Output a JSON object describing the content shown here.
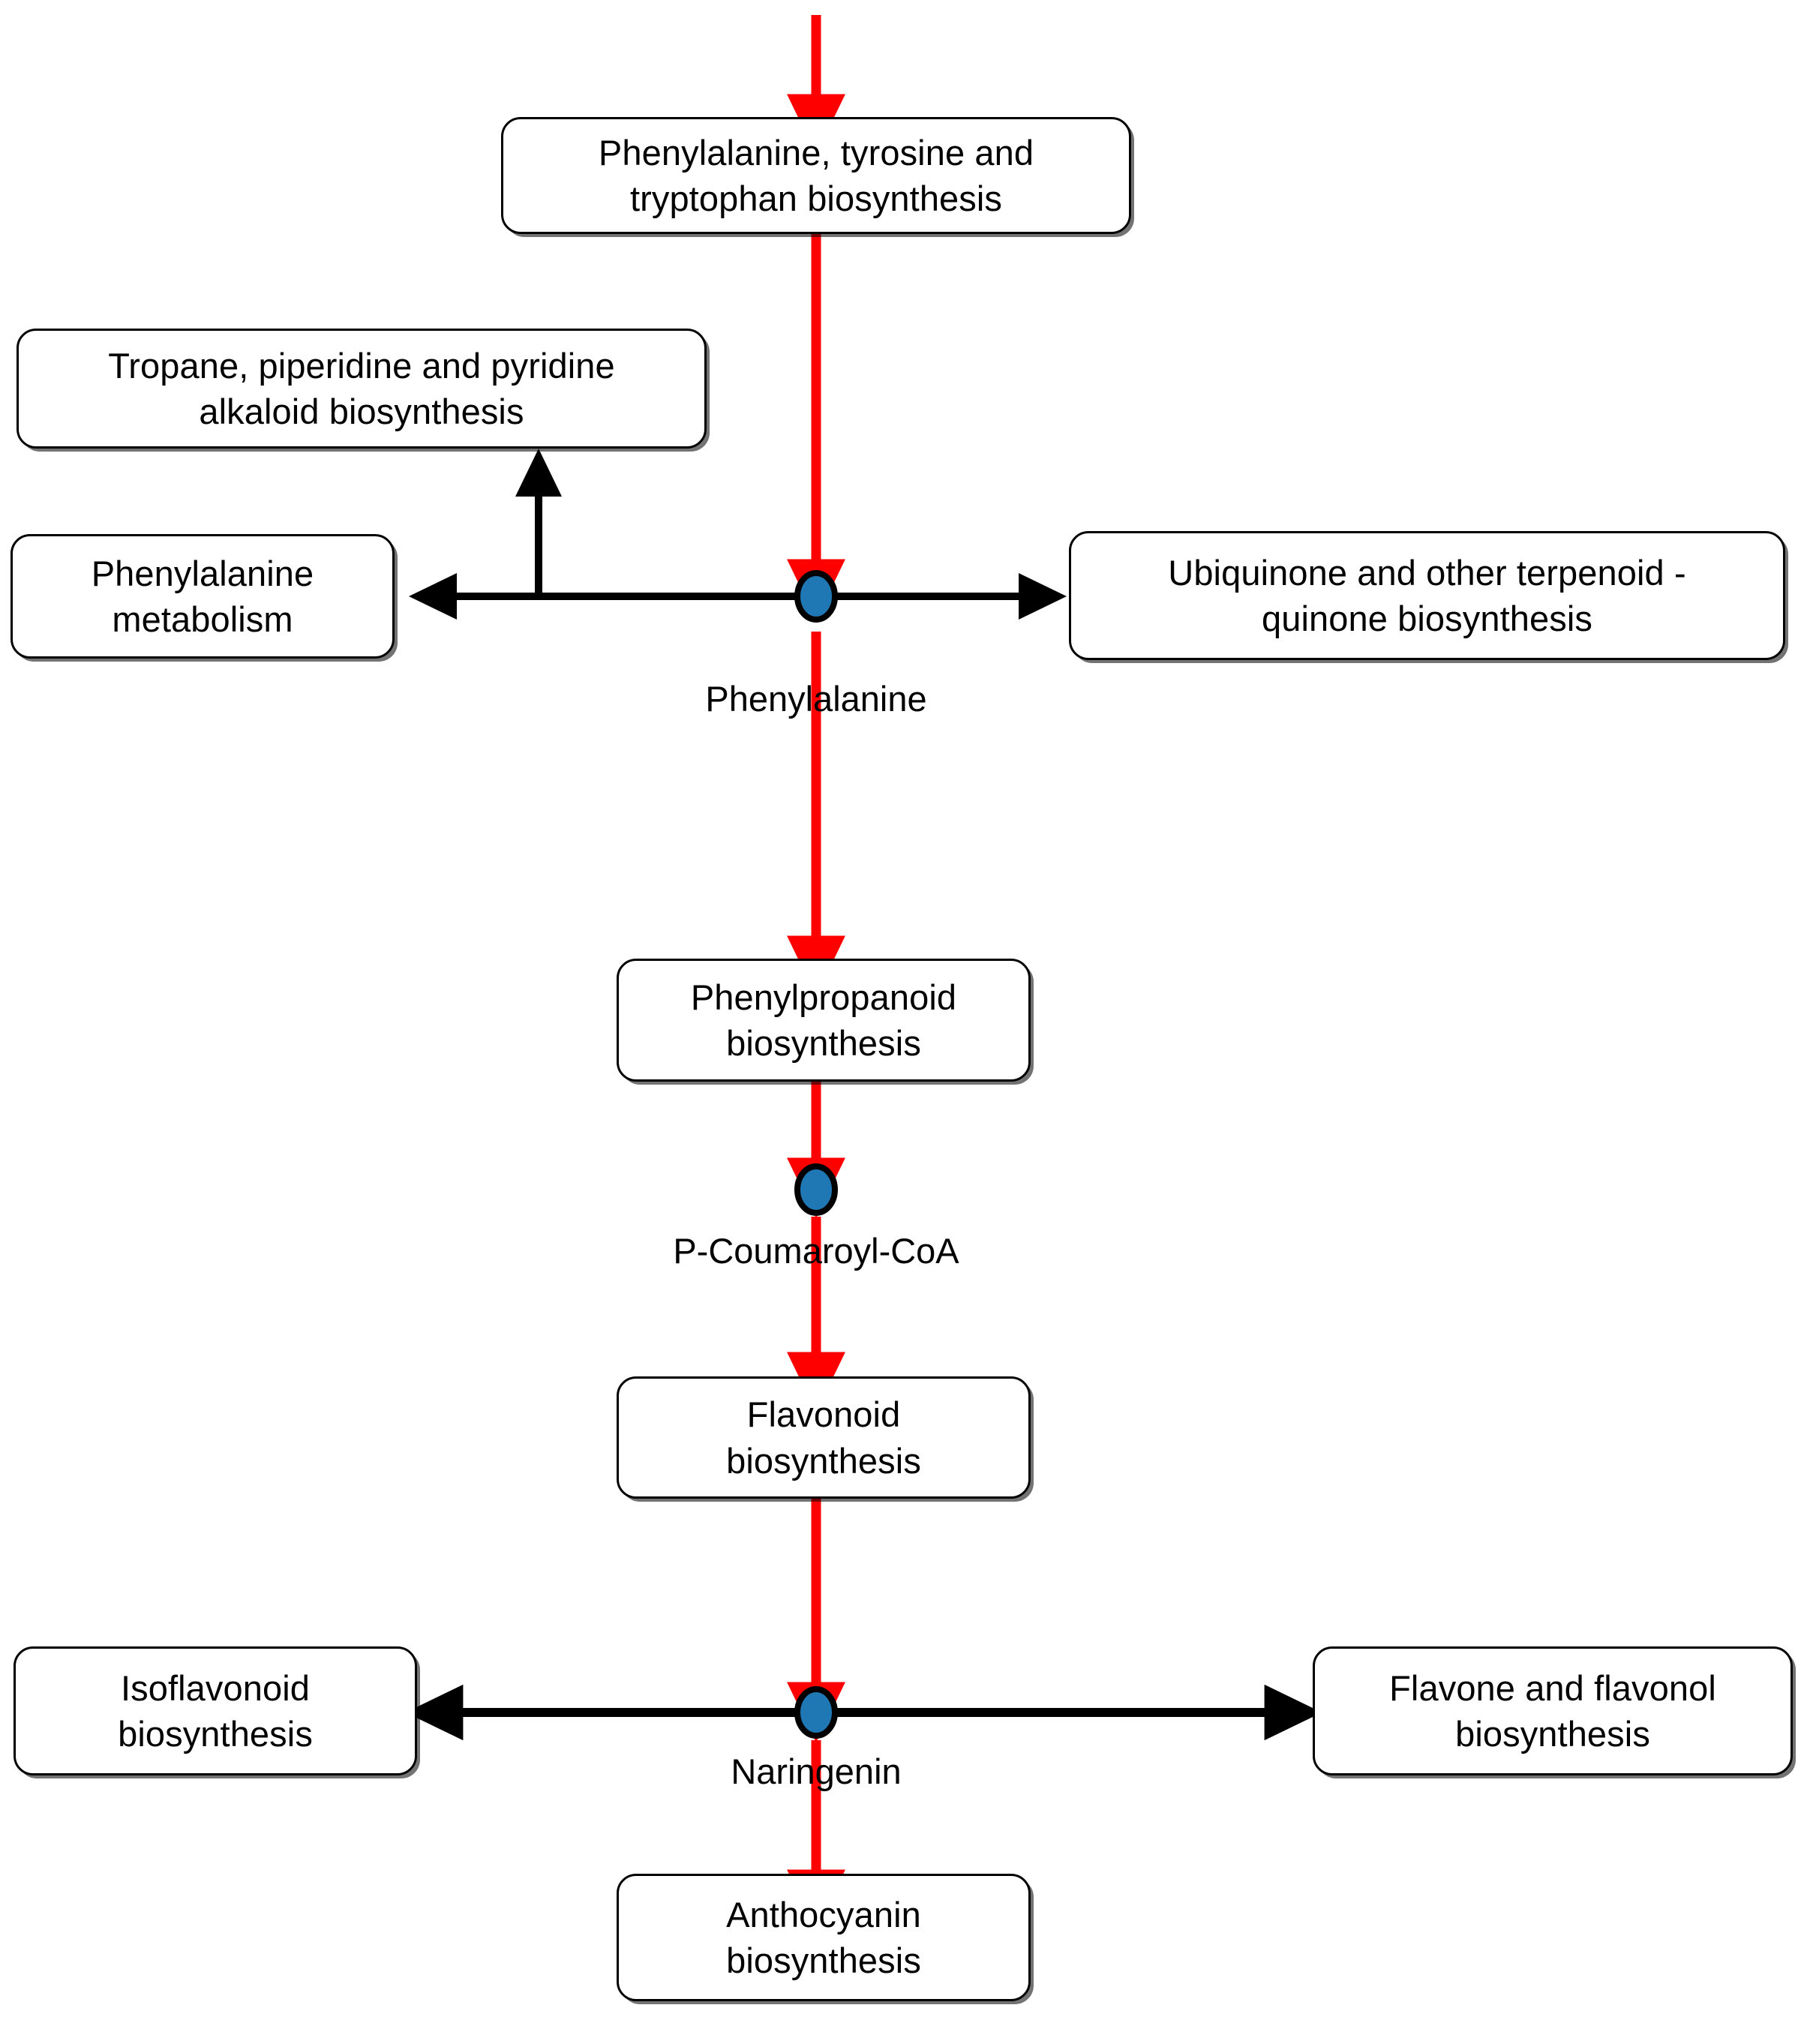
{
  "diagram": {
    "title": "Phenylpropanoid / flavonoid biosynthesis pathway map",
    "colors": {
      "main_flux_arrow": "#FF0000",
      "branch_arrow": "#000000",
      "metabolite_node": "#1F77B4",
      "node_stroke": "#000000",
      "box_border": "#000000",
      "box_fill": "#FFFFFF",
      "background": "#FFFFFF"
    },
    "pathway_boxes": [
      {
        "id": "phe-tyr-trp",
        "label_lines": [
          "Phenylalanine, tyrosine and",
          "tryptophan biosynthesis"
        ],
        "line1": "Phenylalanine, tyrosine and",
        "line2": "tryptophan biosynthesis"
      },
      {
        "id": "tropane",
        "label_lines": [
          "Tropane, piperidine and pyridine",
          "alkaloid biosynthesis"
        ],
        "line1": "Tropane, piperidine and pyridine",
        "line2": "alkaloid biosynthesis"
      },
      {
        "id": "phe-metabolism",
        "label_lines": [
          "Phenylalanine",
          "metabolism"
        ],
        "line1": "Phenylalanine",
        "line2": "metabolism"
      },
      {
        "id": "ubiquinone",
        "label_lines": [
          "Ubiquinone and other terpenoid -",
          "quinone biosynthesis"
        ],
        "line1": "Ubiquinone and other terpenoid -",
        "line2": "quinone biosynthesis"
      },
      {
        "id": "phenylpropanoid",
        "label_lines": [
          "Phenylpropanoid",
          "biosynthesis"
        ],
        "line1": "Phenylpropanoid",
        "line2": "biosynthesis"
      },
      {
        "id": "flavonoid",
        "label_lines": [
          "Flavonoid",
          "biosynthesis"
        ],
        "line1": "Flavonoid",
        "line2": "biosynthesis"
      },
      {
        "id": "isoflavonoid",
        "label_lines": [
          "Isoflavonoid",
          "biosynthesis"
        ],
        "line1": "Isoflavonoid",
        "line2": "biosynthesis"
      },
      {
        "id": "flavone-flavonol",
        "label_lines": [
          "Flavone and flavonol",
          "biosynthesis"
        ],
        "line1": "Flavone and flavonol",
        "line2": "biosynthesis"
      },
      {
        "id": "anthocyanin",
        "label_lines": [
          "Anthocyanin",
          "biosynthesis"
        ],
        "line1": "Anthocyanin",
        "line2": "biosynthesis"
      }
    ],
    "metabolite_nodes": [
      {
        "id": "phenylalanine",
        "label": "Phenylalanine"
      },
      {
        "id": "p-coumaroyl-coa",
        "label": "P-Coumaroyl-CoA"
      },
      {
        "id": "naringenin",
        "label": "Naringenin"
      }
    ],
    "edges": [
      {
        "from": "input",
        "to": "phe-tyr-trp",
        "color": "#FF0000",
        "direction": "down"
      },
      {
        "from": "phe-tyr-trp",
        "to": "phenylalanine",
        "color": "#FF0000",
        "direction": "down"
      },
      {
        "from": "phenylalanine",
        "to": "phe-metabolism",
        "color": "#000000",
        "direction": "left"
      },
      {
        "from": "phenylalanine",
        "to": "tropane",
        "color": "#000000",
        "direction": "up"
      },
      {
        "from": "phenylalanine",
        "to": "ubiquinone",
        "color": "#000000",
        "direction": "right"
      },
      {
        "from": "phenylalanine",
        "to": "phenylpropanoid",
        "color": "#FF0000",
        "direction": "down"
      },
      {
        "from": "phenylpropanoid",
        "to": "p-coumaroyl-coa",
        "color": "#FF0000",
        "direction": "down"
      },
      {
        "from": "p-coumaroyl-coa",
        "to": "flavonoid",
        "color": "#FF0000",
        "direction": "down"
      },
      {
        "from": "flavonoid",
        "to": "naringenin",
        "color": "#FF0000",
        "direction": "down"
      },
      {
        "from": "naringenin",
        "to": "isoflavonoid",
        "color": "#000000",
        "direction": "left"
      },
      {
        "from": "naringenin",
        "to": "flavone-flavonol",
        "color": "#000000",
        "direction": "right"
      },
      {
        "from": "naringenin",
        "to": "anthocyanin",
        "color": "#FF0000",
        "direction": "down"
      }
    ]
  }
}
